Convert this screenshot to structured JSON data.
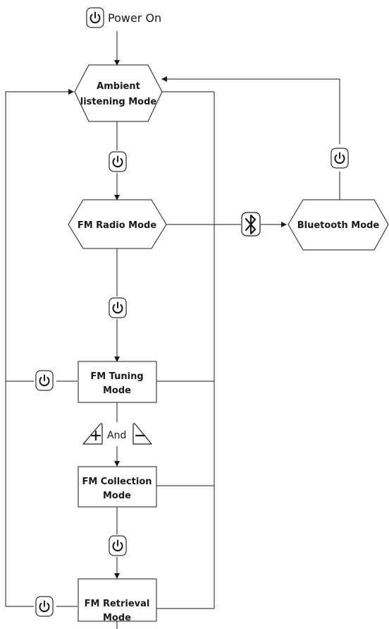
{
  "start": {
    "label": "Power On",
    "icon": "power-icon"
  },
  "nodes": {
    "ambient": {
      "lines": [
        "Ambient",
        "listening Mode"
      ]
    },
    "fm_radio": {
      "lines": [
        "FM Radio Mode"
      ]
    },
    "bluetooth": {
      "lines": [
        "Bluetooth Mode"
      ]
    },
    "fm_tuning": {
      "lines": [
        "FM Tuning",
        "Mode"
      ]
    },
    "fm_collection": {
      "lines": [
        "FM Collection",
        "Mode"
      ]
    },
    "fm_retrieval": {
      "lines": [
        "FM Retrieval",
        "Mode"
      ]
    }
  },
  "connector_labels": {
    "and": "And"
  },
  "icons": {
    "power": "power-icon",
    "bluetooth": "bluetooth-icon",
    "plus": "volume-plus-icon",
    "minus": "volume-minus-icon"
  }
}
